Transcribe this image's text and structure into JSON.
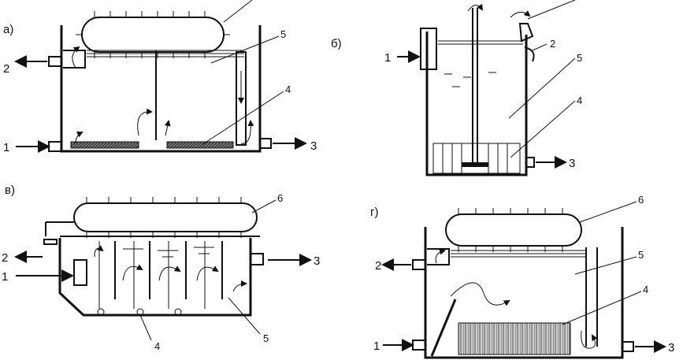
{
  "panels": {
    "a": {
      "title": "а)",
      "labels": {
        "in1": "1",
        "out2": "2",
        "out3": "3",
        "n4": "4",
        "n5": "5"
      }
    },
    "b": {
      "title": "б)",
      "labels": {
        "in1": "1",
        "n2": "2",
        "out3": "3",
        "n4": "4",
        "n5": "5"
      }
    },
    "v": {
      "title": "в)",
      "labels": {
        "in1": "1",
        "out2": "2",
        "out3": "3",
        "n4": "4",
        "n5": "5",
        "n6": "6"
      }
    },
    "g": {
      "title": "г)",
      "labels": {
        "in1": "1",
        "out2": "2",
        "out3": "3",
        "n4": "4",
        "n5": "5",
        "n6": "6"
      }
    }
  }
}
